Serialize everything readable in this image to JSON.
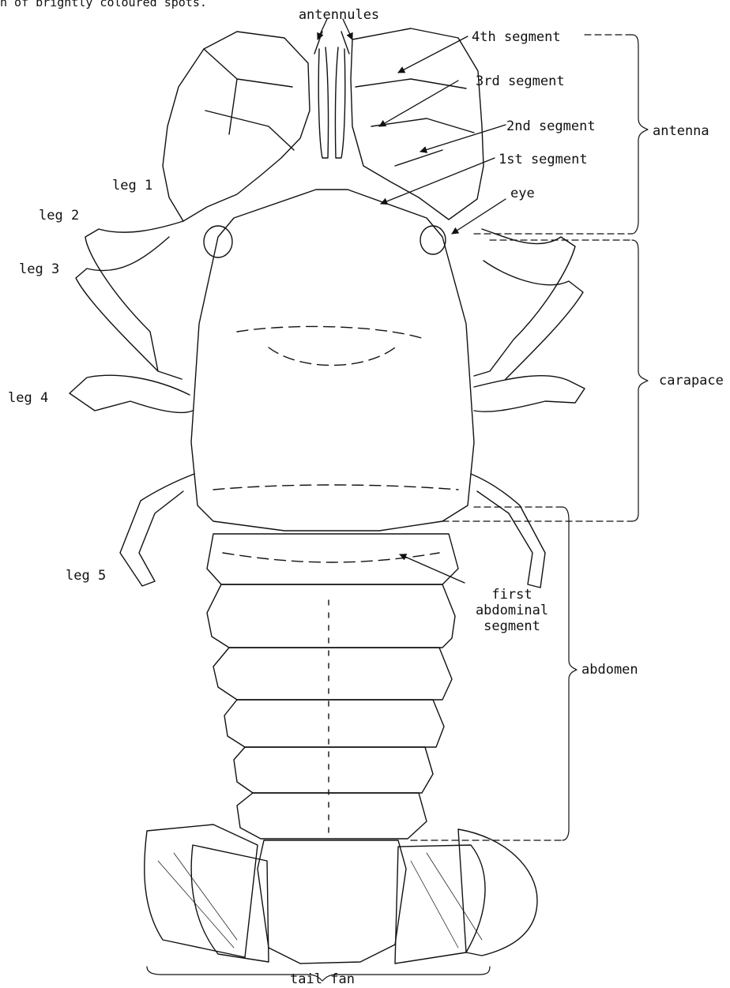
{
  "caption_fragment": "n of brightly coloured spots.",
  "labels": {
    "antennules": "antennules",
    "seg4": "4th segment",
    "seg3": "3rd segment",
    "seg2": "2nd segment",
    "seg1": "1st segment",
    "eye": "eye",
    "antenna": "antenna",
    "leg1": "leg 1",
    "leg2": "leg 2",
    "leg3": "leg 3",
    "leg4": "leg 4",
    "leg5": "leg 5",
    "carapace": "carapace",
    "first_abdominal_segment": [
      "first",
      "abdominal",
      "segment"
    ],
    "abdomen": "abdomen",
    "tail_fan": "tail fan"
  },
  "colors": {
    "ink": "#111111",
    "paper": "#ffffff"
  }
}
